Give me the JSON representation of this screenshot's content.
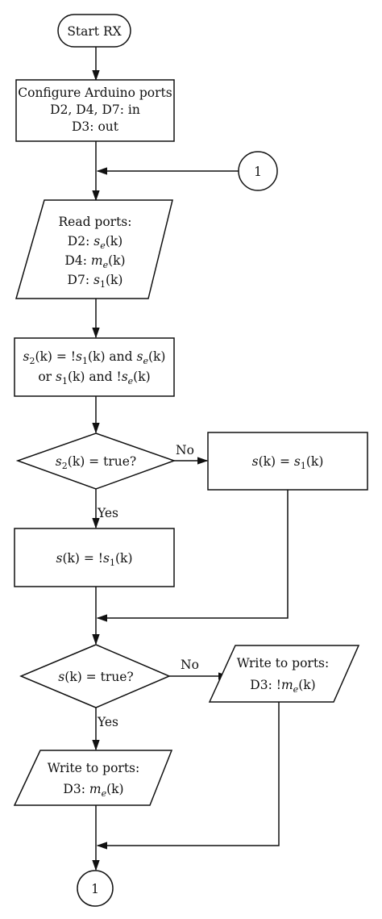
{
  "start": {
    "label": "Start RX"
  },
  "configure": {
    "line1": "Configure Arduino ports",
    "line2": "D2, D4, D7: in",
    "line3": "D3: out"
  },
  "connector_in": {
    "label": "1"
  },
  "read": {
    "title": "Read ports:",
    "d2": {
      "port": "D2:",
      "var": "s",
      "sub": "e",
      "arg": "(k)"
    },
    "d4": {
      "port": "D4:",
      "var": "m",
      "sub": "e",
      "arg": "(k)"
    },
    "d7": {
      "port": "D7:",
      "var": "s",
      "sub": "1",
      "arg": "(k)"
    }
  },
  "compute": {
    "line1": {
      "a": "s",
      "a_sub": "2",
      "a_arg": "(k) = !",
      "b": "s",
      "b_sub": "1",
      "b_arg": "(k) and ",
      "c": "s",
      "c_sub": "e",
      "c_arg": "(k)"
    },
    "line2": {
      "prefix": "or ",
      "a": "s",
      "a_sub": "1",
      "a_arg": "(k) and !",
      "b": "s",
      "b_sub": "e",
      "b_arg": "(k)"
    }
  },
  "decision1": {
    "var": "s",
    "sub": "2",
    "rest": "(k) = true?",
    "no_label": "No",
    "yes_label": "Yes"
  },
  "assign_no": {
    "a": "s",
    "a_arg": "(k) = ",
    "b": "s",
    "b_sub": "1",
    "b_arg": "(k)"
  },
  "assign_yes": {
    "a": "s",
    "a_arg": "(k) = !",
    "b": "s",
    "b_sub": "1",
    "b_arg": "(k)"
  },
  "decision2": {
    "var": "s",
    "rest": "(k) = true?",
    "no_label": "No",
    "yes_label": "Yes"
  },
  "write_no": {
    "title": "Write to ports:",
    "port": "D3: !",
    "var": "m",
    "sub": "e",
    "arg": "(k)"
  },
  "write_yes": {
    "title": "Write to ports:",
    "port": "D3: ",
    "var": "m",
    "sub": "e",
    "arg": "(k)"
  },
  "connector_out": {
    "label": "1"
  }
}
